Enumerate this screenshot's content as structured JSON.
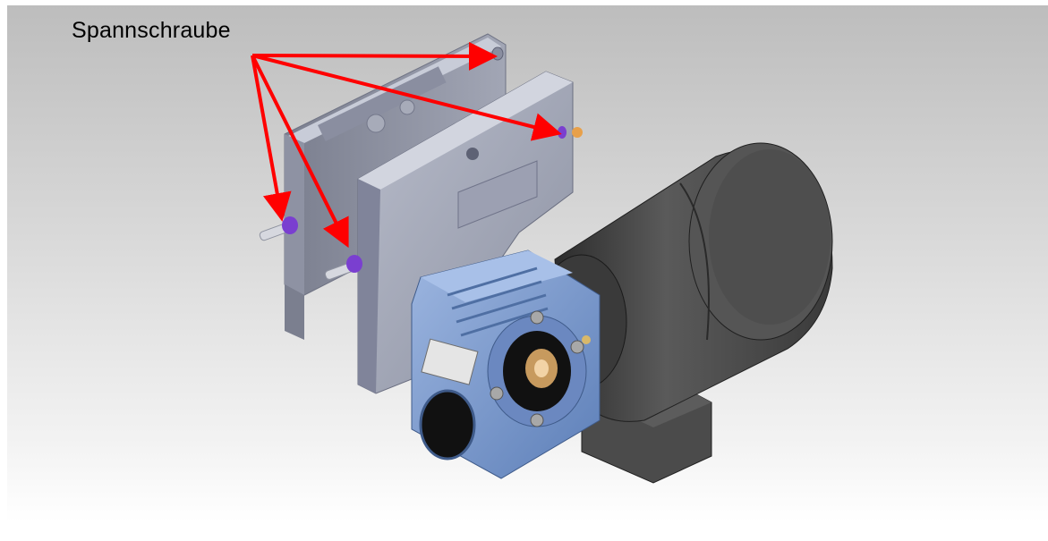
{
  "annotation": {
    "label": "Spannschraube",
    "arrow_color": "#ff0000",
    "arrow_count": 4
  },
  "figure": {
    "subject": "tensioner-assembly",
    "colors": {
      "bracket": "#9ea3b3",
      "gearbox": "#7f9ed1",
      "motor": "#4a4a4a",
      "screw_knob": "#7a3fd0",
      "screw_tip": "#e8a04a"
    }
  }
}
